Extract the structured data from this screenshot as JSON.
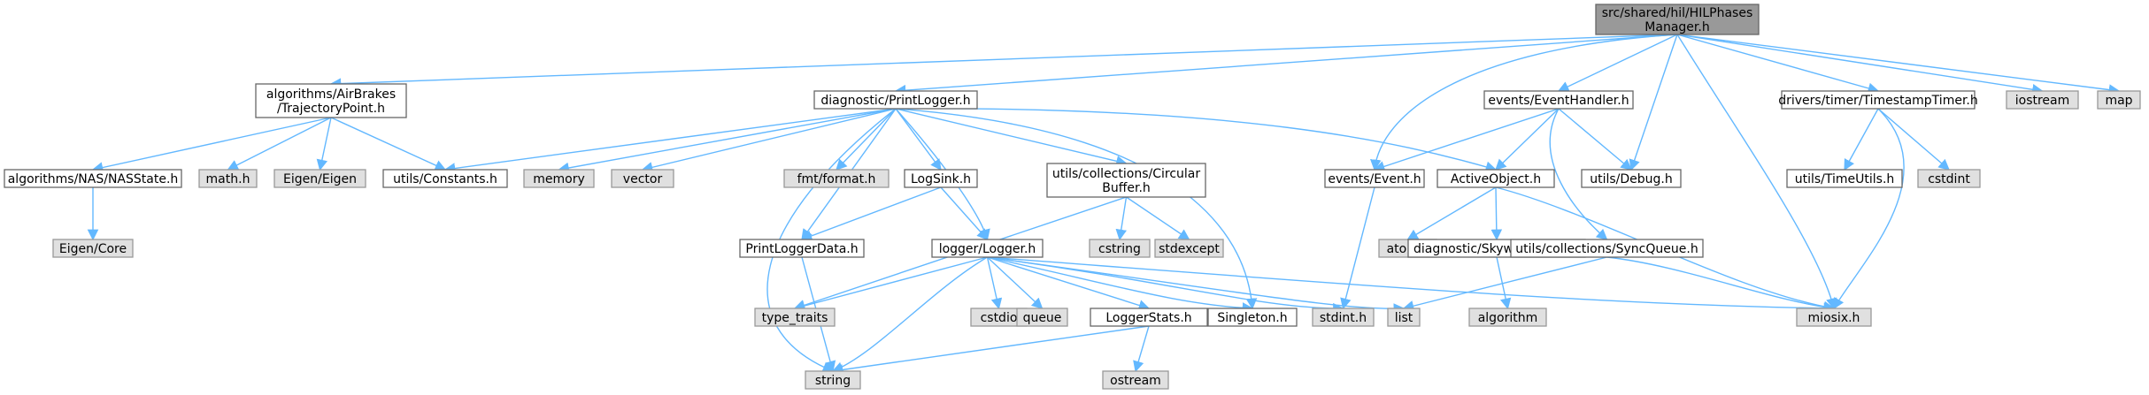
{
  "graph": {
    "root": "n0",
    "nodes": [
      {
        "id": "n0",
        "lines": [
          "src/shared/hil/HILPhases",
          "Manager.h"
        ],
        "kind": "root"
      },
      {
        "id": "n1",
        "lines": [
          "algorithms/AirBrakes",
          "/TrajectoryPoint.h"
        ],
        "kind": "doc"
      },
      {
        "id": "n2",
        "lines": [
          "diagnostic/PrintLogger.h"
        ],
        "kind": "doc"
      },
      {
        "id": "n3",
        "lines": [
          "events/EventHandler.h"
        ],
        "kind": "doc"
      },
      {
        "id": "n4",
        "lines": [
          "drivers/timer/TimestampTimer.h"
        ],
        "kind": "doc"
      },
      {
        "id": "n5",
        "lines": [
          "iostream"
        ],
        "kind": "sys"
      },
      {
        "id": "n6",
        "lines": [
          "map"
        ],
        "kind": "sys"
      },
      {
        "id": "n7",
        "lines": [
          "algorithms/NAS/NASState.h"
        ],
        "kind": "doc"
      },
      {
        "id": "n8",
        "lines": [
          "math.h"
        ],
        "kind": "sys"
      },
      {
        "id": "n9",
        "lines": [
          "Eigen/Eigen"
        ],
        "kind": "sys"
      },
      {
        "id": "n10",
        "lines": [
          "utils/Constants.h"
        ],
        "kind": "doc"
      },
      {
        "id": "n11",
        "lines": [
          "Eigen/Core"
        ],
        "kind": "sys"
      },
      {
        "id": "n12",
        "lines": [
          "memory"
        ],
        "kind": "sys"
      },
      {
        "id": "n13",
        "lines": [
          "vector"
        ],
        "kind": "sys"
      },
      {
        "id": "n14",
        "lines": [
          "fmt/format.h"
        ],
        "kind": "sys"
      },
      {
        "id": "n15",
        "lines": [
          "LogSink.h"
        ],
        "kind": "doc"
      },
      {
        "id": "n16",
        "lines": [
          "utils/collections/Circular",
          "Buffer.h"
        ],
        "kind": "doc"
      },
      {
        "id": "n17",
        "lines": [
          "events/Event.h"
        ],
        "kind": "doc"
      },
      {
        "id": "n18",
        "lines": [
          "ActiveObject.h"
        ],
        "kind": "doc"
      },
      {
        "id": "n19",
        "lines": [
          "utils/Debug.h"
        ],
        "kind": "doc"
      },
      {
        "id": "n20",
        "lines": [
          "utils/TimeUtils.h"
        ],
        "kind": "doc"
      },
      {
        "id": "n21",
        "lines": [
          "cstdint"
        ],
        "kind": "sys"
      },
      {
        "id": "n22",
        "lines": [
          "PrintLoggerData.h"
        ],
        "kind": "doc"
      },
      {
        "id": "n23",
        "lines": [
          "logger/Logger.h"
        ],
        "kind": "doc"
      },
      {
        "id": "n24",
        "lines": [
          "cstring"
        ],
        "kind": "sys"
      },
      {
        "id": "n25",
        "lines": [
          "stdexcept"
        ],
        "kind": "sys"
      },
      {
        "id": "n26",
        "lines": [
          "atomic"
        ],
        "kind": "sys"
      },
      {
        "id": "n27",
        "lines": [
          "diagnostic/SkywardStack.h"
        ],
        "kind": "doc"
      },
      {
        "id": "n28",
        "lines": [
          "utils/collections/SyncQueue.h"
        ],
        "kind": "doc"
      },
      {
        "id": "n29",
        "lines": [
          "type_traits"
        ],
        "kind": "sys"
      },
      {
        "id": "n30",
        "lines": [
          "cstdio"
        ],
        "kind": "sys"
      },
      {
        "id": "n31",
        "lines": [
          "queue"
        ],
        "kind": "sys"
      },
      {
        "id": "n32",
        "lines": [
          "LoggerStats.h"
        ],
        "kind": "doc"
      },
      {
        "id": "n33",
        "lines": [
          "Singleton.h"
        ],
        "kind": "doc"
      },
      {
        "id": "n34",
        "lines": [
          "stdint.h"
        ],
        "kind": "sys"
      },
      {
        "id": "n35",
        "lines": [
          "list"
        ],
        "kind": "sys"
      },
      {
        "id": "n36",
        "lines": [
          "miosix.h"
        ],
        "kind": "sys"
      },
      {
        "id": "n37",
        "lines": [
          "algorithm"
        ],
        "kind": "sys"
      },
      {
        "id": "n38",
        "lines": [
          "string"
        ],
        "kind": "sys"
      },
      {
        "id": "n39",
        "lines": [
          "ostream"
        ],
        "kind": "sys"
      }
    ],
    "edges": [
      [
        "n0",
        "n1"
      ],
      [
        "n0",
        "n2"
      ],
      [
        "n0",
        "n17"
      ],
      [
        "n0",
        "n3"
      ],
      [
        "n0",
        "n19"
      ],
      [
        "n0",
        "n4"
      ],
      [
        "n0",
        "n36"
      ],
      [
        "n0",
        "n5"
      ],
      [
        "n0",
        "n6"
      ],
      [
        "n1",
        "n7"
      ],
      [
        "n1",
        "n8"
      ],
      [
        "n1",
        "n9"
      ],
      [
        "n1",
        "n10"
      ],
      [
        "n7",
        "n11"
      ],
      [
        "n2",
        "n10"
      ],
      [
        "n2",
        "n12"
      ],
      [
        "n2",
        "n13"
      ],
      [
        "n2",
        "n14"
      ],
      [
        "n2",
        "n15"
      ],
      [
        "n2",
        "n16"
      ],
      [
        "n2",
        "n18"
      ],
      [
        "n2",
        "n22"
      ],
      [
        "n2",
        "n23"
      ],
      [
        "n2",
        "n33"
      ],
      [
        "n2",
        "n38"
      ],
      [
        "n15",
        "n22"
      ],
      [
        "n15",
        "n23"
      ],
      [
        "n16",
        "n24"
      ],
      [
        "n16",
        "n25"
      ],
      [
        "n16",
        "n29"
      ],
      [
        "n22",
        "n38"
      ],
      [
        "n23",
        "n29"
      ],
      [
        "n23",
        "n30"
      ],
      [
        "n23",
        "n31"
      ],
      [
        "n23",
        "n32"
      ],
      [
        "n23",
        "n33"
      ],
      [
        "n23",
        "n34"
      ],
      [
        "n23",
        "n35"
      ],
      [
        "n23",
        "n36"
      ],
      [
        "n23",
        "n38"
      ],
      [
        "n32",
        "n38"
      ],
      [
        "n32",
        "n39"
      ],
      [
        "n3",
        "n17"
      ],
      [
        "n3",
        "n18"
      ],
      [
        "n3",
        "n19"
      ],
      [
        "n3",
        "n28"
      ],
      [
        "n17",
        "n34"
      ],
      [
        "n18",
        "n26"
      ],
      [
        "n18",
        "n27"
      ],
      [
        "n18",
        "n36"
      ],
      [
        "n27",
        "n37"
      ],
      [
        "n28",
        "n35"
      ],
      [
        "n28",
        "n36"
      ],
      [
        "n4",
        "n20"
      ],
      [
        "n4",
        "n21"
      ],
      [
        "n4",
        "n36"
      ]
    ]
  }
}
